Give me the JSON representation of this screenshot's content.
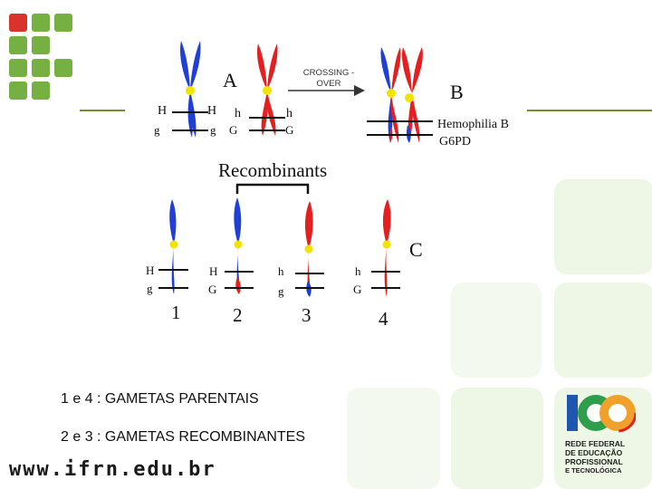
{
  "diagram": {
    "panel_a_label": "A",
    "panel_b_label": "B",
    "panel_c_label": "C",
    "crossing_over_label": "CROSSING - OVER",
    "recombinants_title": "Recombinants",
    "hemophilia_b_label": "Hemophilia B",
    "g6pd_label": "G6PD",
    "alleles": {
      "H": "H",
      "h": "h",
      "g": "g",
      "G": "G"
    },
    "gamete_numbers": [
      "1",
      "2",
      "3",
      "4"
    ]
  },
  "captions": {
    "line1": "1 e 4 : GAMETAS PARENTAIS",
    "line2": "2 e 3 : GAMETAS RECOMBINANTES"
  },
  "footer": {
    "url": "www.ifrn.edu.br"
  },
  "logo": {
    "line1": "REDE FEDERAL",
    "line2": "DE EDUCAÇÃO",
    "line3": "PROFISSIONAL",
    "line4": "E TECNOLÓGICA"
  },
  "colors": {
    "green_square": "#76b043",
    "red_square": "#d9332b",
    "maternal": "#1f3fd6",
    "paternal": "#e3201f",
    "centromere": "#f2e400",
    "rule": "#7a8a2e",
    "tile": "#eef7e6"
  }
}
